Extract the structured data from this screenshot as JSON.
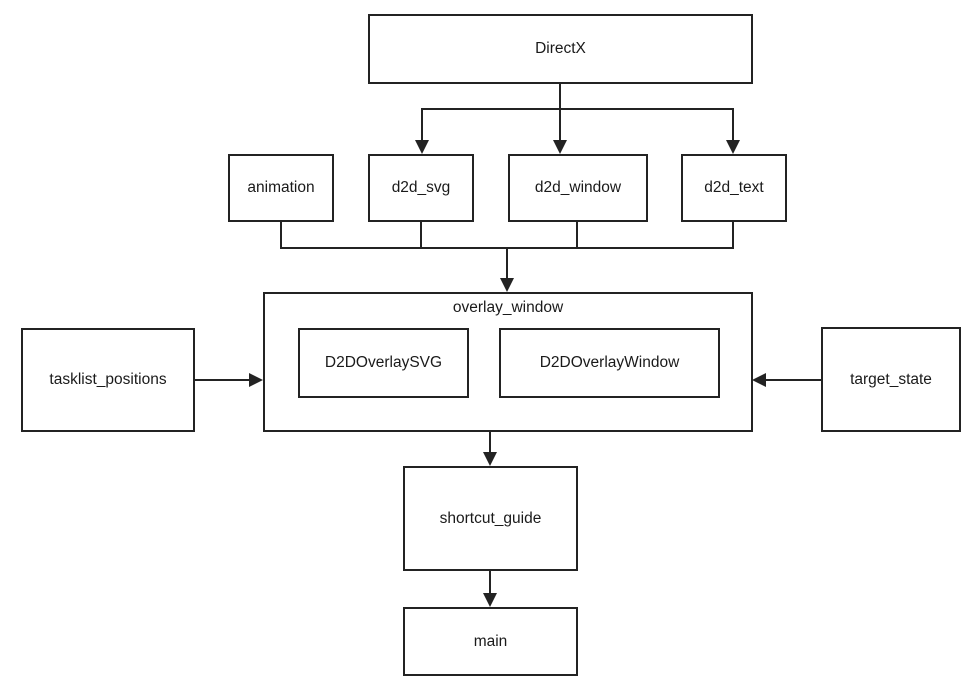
{
  "diagram": {
    "nodes": {
      "directx": {
        "label": "DirectX"
      },
      "animation": {
        "label": "animation"
      },
      "d2d_svg": {
        "label": "d2d_svg"
      },
      "d2d_window": {
        "label": "d2d_window"
      },
      "d2d_text": {
        "label": "d2d_text"
      },
      "overlay_window": {
        "label": "overlay_window"
      },
      "d2d_overlay_svg": {
        "label": "D2DOverlaySVG"
      },
      "d2d_overlay_window": {
        "label": "D2DOverlayWindow"
      },
      "tasklist_positions": {
        "label": "tasklist_positions"
      },
      "target_state": {
        "label": "target_state"
      },
      "shortcut_guide": {
        "label": "shortcut_guide"
      },
      "main": {
        "label": "main"
      }
    },
    "edges": [
      {
        "from": "DirectX",
        "to": "d2d_svg"
      },
      {
        "from": "DirectX",
        "to": "d2d_window"
      },
      {
        "from": "DirectX",
        "to": "d2d_text"
      },
      {
        "from": "animation",
        "to": "overlay_window"
      },
      {
        "from": "d2d_svg",
        "to": "overlay_window"
      },
      {
        "from": "d2d_window",
        "to": "overlay_window"
      },
      {
        "from": "d2d_text",
        "to": "overlay_window"
      },
      {
        "from": "tasklist_positions",
        "to": "overlay_window"
      },
      {
        "from": "target_state",
        "to": "overlay_window"
      },
      {
        "from": "overlay_window",
        "to": "shortcut_guide"
      },
      {
        "from": "shortcut_guide",
        "to": "main"
      }
    ],
    "colors": {
      "line": "#232323",
      "text": "#1a1a1a",
      "background": "#ffffff",
      "box_fill": "#ffffff"
    }
  }
}
